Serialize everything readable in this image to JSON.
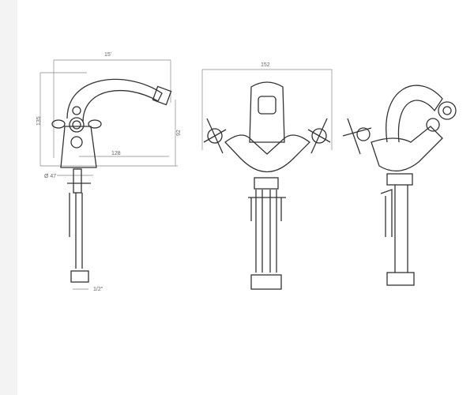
{
  "drawing": {
    "title": "Bidet mixer technical drawing",
    "dimensions": {
      "overall_length": "15'",
      "height": "135",
      "spout_height": "92",
      "spout_reach": "128",
      "base_diameter": "Ø 47",
      "thread": "1/2\"",
      "handle_span": "152"
    }
  }
}
